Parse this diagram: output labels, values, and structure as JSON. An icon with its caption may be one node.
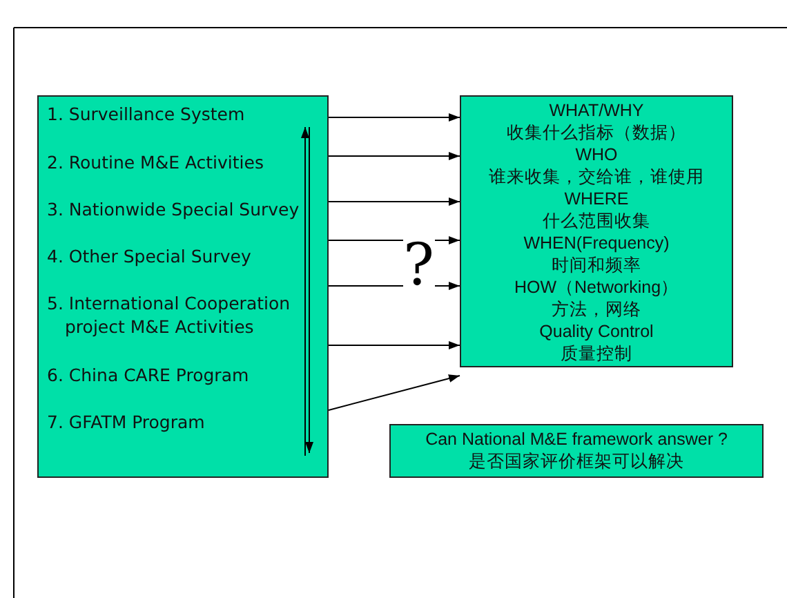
{
  "diagram": {
    "nodes": [
      {
        "text": [
          "1. Surveillance System",
          "2. Routine M&E Activities",
          "3. Nationwide Special Survey",
          "4. Other Special Survey",
          "5. International Cooperation project M&E Activities",
          "6. China CARE Program",
          "7. GFATM Program"
        ]
      },
      {
        "text": [
          "WHAT/WHY",
          "收集什么指标（数据）",
          "WHO",
          "谁来收集，交给谁，谁使用",
          "WHERE",
          "什么范围收集",
          "WHEN(Frequency)",
          "时间和频率",
          "HOW（Networking）",
          "方法，网络",
          "Quality Control",
          "质量控制"
        ]
      },
      {
        "text": [
          "Can National M&E framework answer ?",
          "是否国家评价框架可以解决"
        ]
      }
    ],
    "edges": [
      {
        "from": 0,
        "to": 1,
        "arrow": "to"
      },
      {
        "from": 0,
        "to": 1,
        "arrow": "to"
      },
      {
        "from": 0,
        "to": 1,
        "arrow": "to"
      },
      {
        "from": 0,
        "to": 1,
        "arrow": "to"
      },
      {
        "from": 0,
        "to": 1,
        "arrow": "to"
      },
      {
        "from": 0,
        "to": 1,
        "arrow": "to"
      },
      {
        "from": 0,
        "to": 1,
        "arrow": "to"
      }
    ],
    "labels": [
      "?"
    ]
  }
}
